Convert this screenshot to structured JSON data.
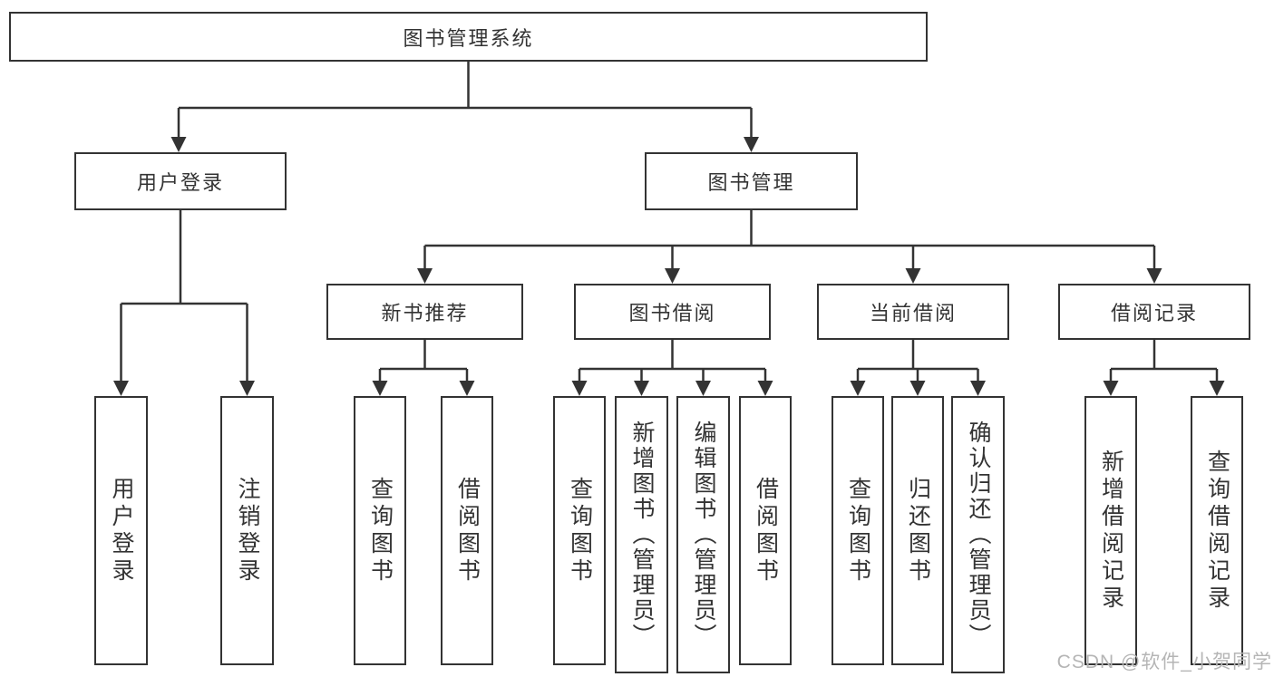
{
  "diagram_title": "图书管理系统",
  "watermark": "CSDN @软件_小贺同学",
  "colors": {
    "line": "#333333",
    "text": "#333333",
    "box_bg": "#ffffff",
    "background": "#ffffff",
    "watermark": "#b5b5b5"
  },
  "tree": {
    "root": {
      "label": "图书管理系统",
      "children": [
        {
          "label": "用户登录",
          "children": [
            {
              "label": "用户登录"
            },
            {
              "label": "注销登录"
            }
          ]
        },
        {
          "label": "图书管理",
          "children": [
            {
              "label": "新书推荐",
              "children": [
                {
                  "label": "查询图书"
                },
                {
                  "label": "借阅图书"
                }
              ]
            },
            {
              "label": "图书借阅",
              "children": [
                {
                  "label": "查询图书"
                },
                {
                  "label": "新增图书（管理员）"
                },
                {
                  "label": "编辑图书（管理员）"
                },
                {
                  "label": "借阅图书"
                }
              ]
            },
            {
              "label": "当前借阅",
              "children": [
                {
                  "label": "查询图书"
                },
                {
                  "label": "归还图书"
                },
                {
                  "label": "确认归还（管理员）"
                }
              ]
            },
            {
              "label": "借阅记录",
              "children": [
                {
                  "label": "新增借阅记录"
                },
                {
                  "label": "查询借阅记录"
                }
              ]
            }
          ]
        }
      ]
    }
  }
}
